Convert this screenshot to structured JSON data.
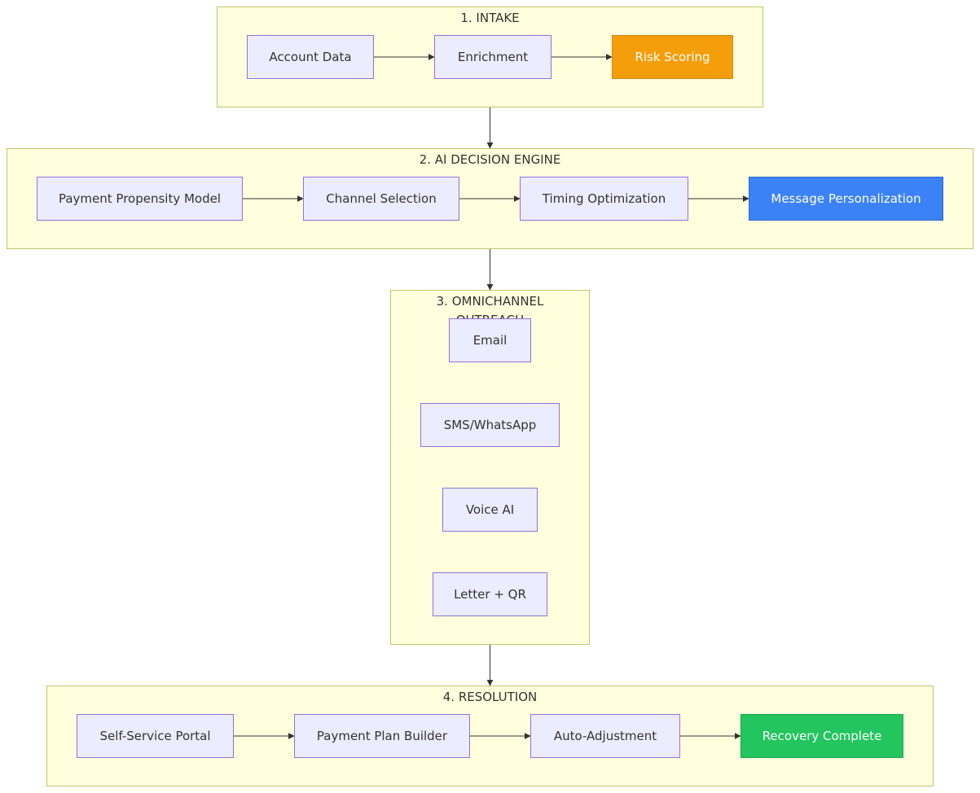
{
  "clusters": {
    "intake": {
      "title": "1. INTAKE"
    },
    "engine": {
      "title": "2. AI DECISION ENGINE"
    },
    "outreach": {
      "title": "3. OMNICHANNEL OUTREACH"
    },
    "resolution": {
      "title": "4. RESOLUTION"
    }
  },
  "nodes": {
    "account_data": "Account Data",
    "enrichment": "Enrichment",
    "risk_scoring": "Risk Scoring",
    "payment_propensity": "Payment Propensity Model",
    "channel_selection": "Channel Selection",
    "timing_optimization": "Timing Optimization",
    "message_personalization": "Message Personalization",
    "email": "Email",
    "sms_whatsapp": "SMS/WhatsApp",
    "voice_ai": "Voice AI",
    "letter_qr": "Letter + QR",
    "self_service_portal": "Self-Service Portal",
    "payment_plan_builder": "Payment Plan Builder",
    "auto_adjustment": "Auto-Adjustment",
    "recovery_complete": "Recovery Complete"
  },
  "colors": {
    "cluster_fill": "#ffffde",
    "cluster_border": "#c3c36a",
    "node_fill": "#ececff",
    "node_border": "#9370db",
    "risk_scoring": "#f59e0b",
    "message_personalization": "#3b82f6",
    "recovery_complete": "#22c55e",
    "edge": "#333333"
  }
}
